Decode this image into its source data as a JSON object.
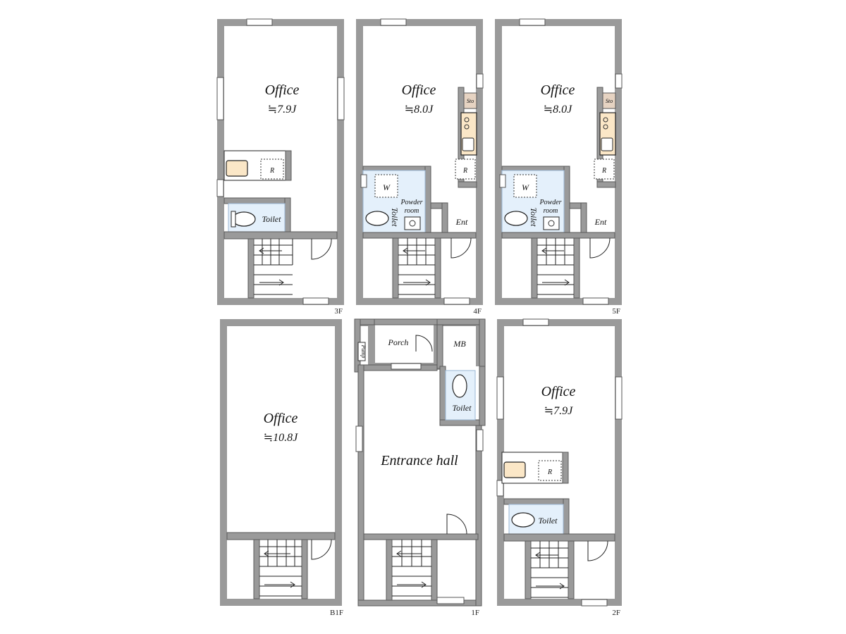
{
  "floors": {
    "f3": {
      "label": "3F",
      "room": "Office",
      "area": "≒7.9J",
      "toilet": "Toilet",
      "fridge": "R"
    },
    "f4": {
      "label": "4F",
      "room": "Office",
      "area": "≒8.0J",
      "toilet": "Toilet",
      "fridge": "R",
      "storage": "Sto",
      "washer": "W",
      "powder": "Powder",
      "powder2": "room",
      "entrance": "Ent"
    },
    "f5": {
      "label": "5F",
      "room": "Office",
      "area": "≒8.0J",
      "toilet": "Toilet",
      "fridge": "R",
      "storage": "Sto",
      "washer": "W",
      "powder": "Powder",
      "powder2": "room",
      "entrance": "Ent"
    },
    "b1": {
      "label": "B1F",
      "room": "Office",
      "area": "≒10.8J"
    },
    "f1": {
      "label": "1F",
      "hall": "Entrance hall",
      "porch": "Porch",
      "meter": "MB",
      "toilet": "Toilet",
      "pump": "Pump"
    },
    "f2": {
      "label": "2F",
      "room": "Office",
      "area": "≒7.9J",
      "toilet": "Toilet",
      "fridge": "R"
    }
  },
  "colors": {
    "wall": "#9a9a9a",
    "wet_area": "#e4f0fb",
    "counter": "#fbe7c7",
    "storage": "#e6d3c2"
  }
}
